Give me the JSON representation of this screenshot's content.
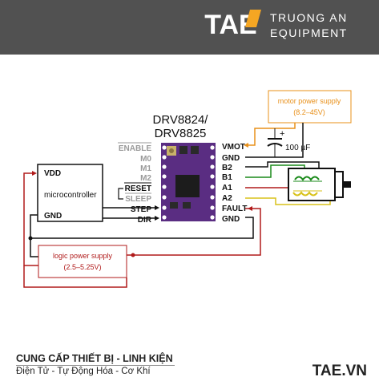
{
  "brand": {
    "logo_text": "TAE",
    "name_line1": "TRUONG AN",
    "name_line2": "EQUIPMENT",
    "accent": "#f5a623",
    "background": "#515151"
  },
  "diagram": {
    "title_line1": "DRV8824/",
    "title_line2": "DRV8825",
    "left_pins": {
      "enable": "ENABLE",
      "m0": "M0",
      "m1": "M1",
      "m2": "M2",
      "reset": "RESET",
      "sleep": "SLEEP",
      "step": "STEP",
      "dir": "DIR"
    },
    "right_pins": {
      "vmot": "VMOT",
      "gnd_top": "GND",
      "b2": "B2",
      "b1": "B1",
      "a1": "A1",
      "a2": "A2",
      "fault": "FAULT",
      "gnd_bottom": "GND"
    },
    "microcontroller": {
      "vdd": "VDD",
      "label": "microcontroller",
      "gnd": "GND"
    },
    "motor_supply": {
      "line1": "motor power supply",
      "line2": "(8.2–45V)"
    },
    "logic_supply": {
      "line1": "logic power supply",
      "line2": "(2.5–5.25V)"
    },
    "capacitor": {
      "label": "100 µF",
      "plus": "+"
    },
    "colors": {
      "motor_box": "#e8901a",
      "logic_box": "#b01a1a",
      "wire_red": "#b01a1a",
      "wire_orange": "#e8901a",
      "wire_green": "#1a8a1a",
      "wire_yellow": "#d8c21a",
      "wire_black": "#111111",
      "board": "#5a2d82"
    }
  },
  "footer": {
    "line1": "CUNG CẤP THIẾT BỊ - LINH KIỆN",
    "line2": "Điện Tử - Tự Động Hóa - Cơ Khí",
    "domain": "TAE.VN"
  }
}
